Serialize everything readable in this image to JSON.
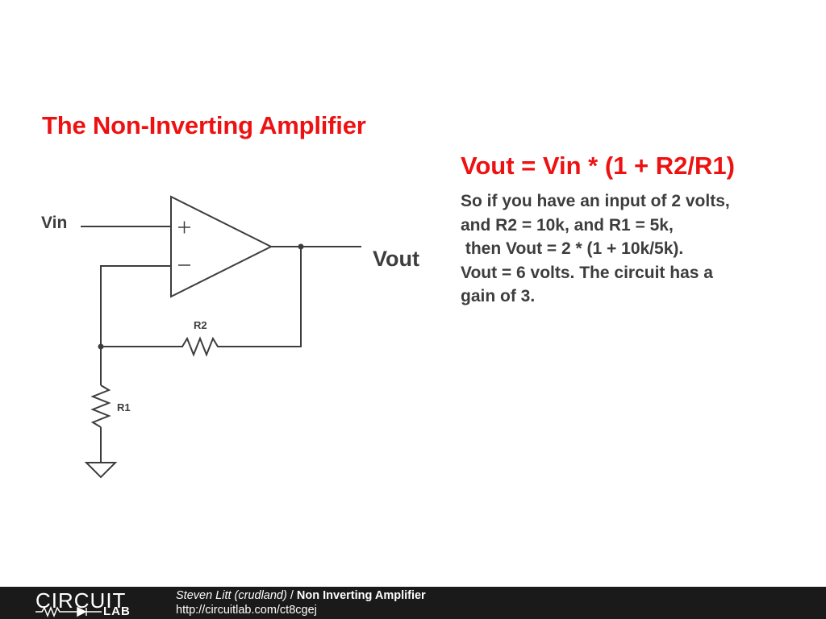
{
  "title": "The Non-Inverting Amplifier",
  "formula": "Vout = Vin * (1 + R2/R1)",
  "explanation": [
    "So if you have an input of 2 volts,",
    "and R2 = 10k, and R1 = 5k,",
    " then Vout = 2 * (1 + 10k/5k).",
    "Vout = 6 volts. The circuit has a",
    "gain of 3."
  ],
  "schematic": {
    "vin_label": "Vin",
    "vout_label": "Vout",
    "r1_label": "R1",
    "r2_label": "R2",
    "plus_symbol": "+",
    "minus_symbol": "−"
  },
  "colors": {
    "accent": "#ee1111",
    "text": "#3d3d3d",
    "wire": "#3d3d3d",
    "footer_bg": "#1a1a1a"
  },
  "footer": {
    "logo_top": "CIRCUIT",
    "logo_bottom": "LAB",
    "author": "Steven Litt (crudland)",
    "separator": " / ",
    "project": "Non Inverting Amplifier",
    "url": "http://circuitlab.com/ct8cgej"
  }
}
